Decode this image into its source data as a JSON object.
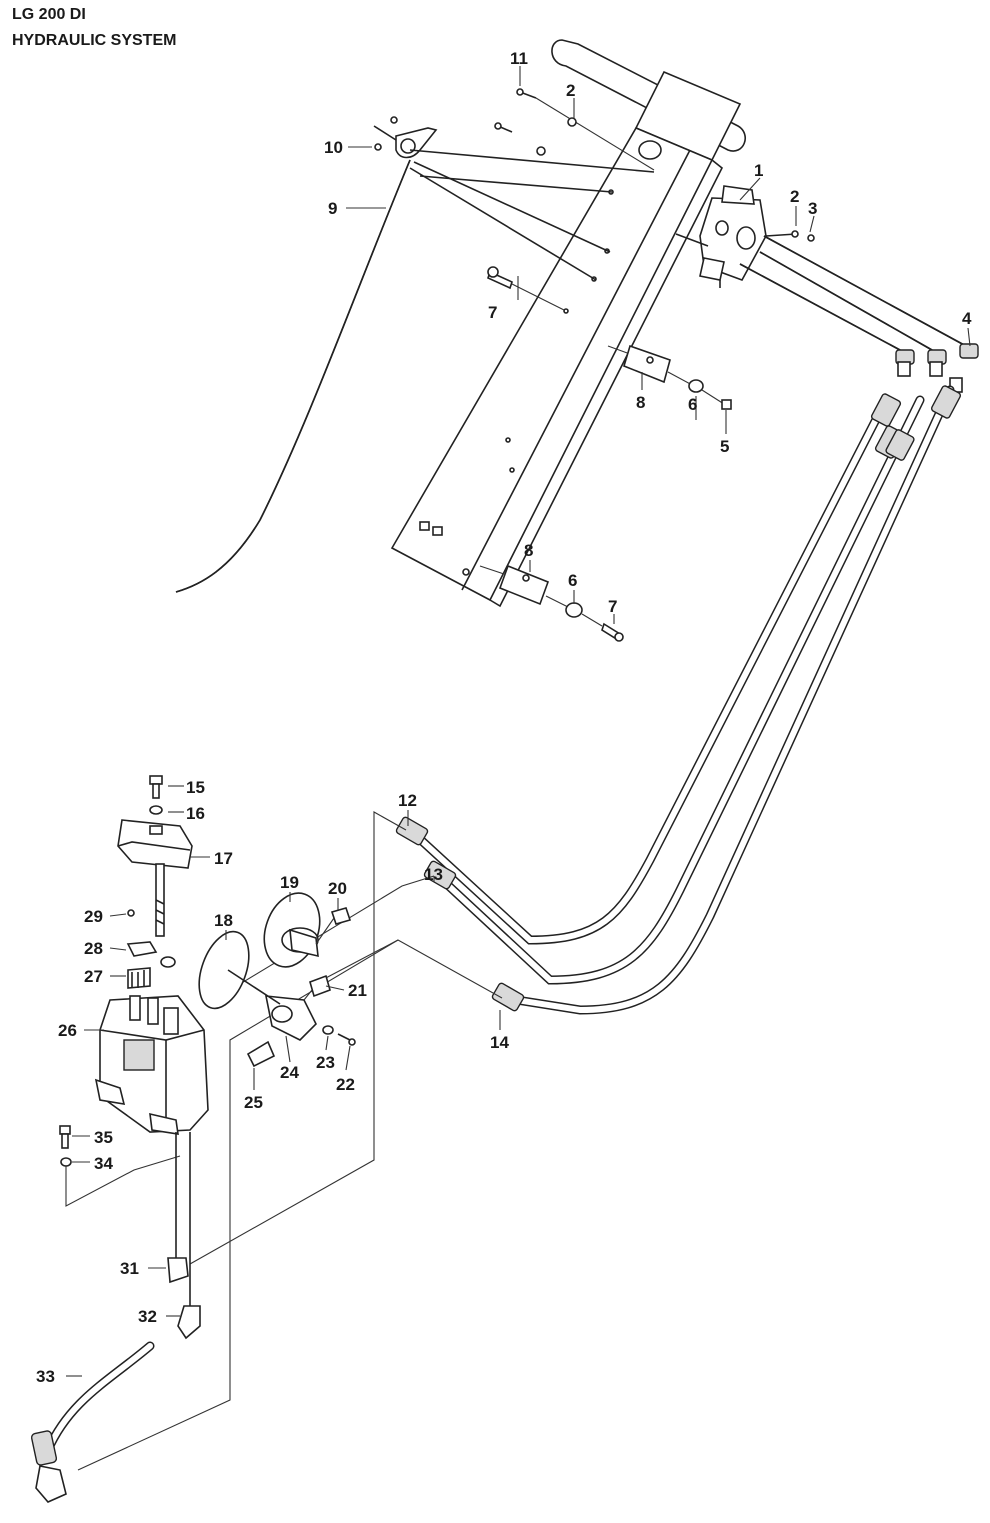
{
  "header": {
    "model": "LG 200 DI",
    "section": "HYDRAULIC SYSTEM"
  },
  "callouts": [
    {
      "id": "c11",
      "label": "11"
    },
    {
      "id": "c2a",
      "label": "2"
    },
    {
      "id": "c10",
      "label": "10"
    },
    {
      "id": "c9",
      "label": "9"
    },
    {
      "id": "c1",
      "label": "1"
    },
    {
      "id": "c2b",
      "label": "2"
    },
    {
      "id": "c3",
      "label": "3"
    },
    {
      "id": "c7a",
      "label": "7"
    },
    {
      "id": "c4",
      "label": "4"
    },
    {
      "id": "c8a",
      "label": "8"
    },
    {
      "id": "c6a",
      "label": "6"
    },
    {
      "id": "c5",
      "label": "5"
    },
    {
      "id": "c8b",
      "label": "8"
    },
    {
      "id": "c6b",
      "label": "6"
    },
    {
      "id": "c7b",
      "label": "7"
    },
    {
      "id": "c15",
      "label": "15"
    },
    {
      "id": "c16",
      "label": "16"
    },
    {
      "id": "c17",
      "label": "17"
    },
    {
      "id": "c12",
      "label": "12"
    },
    {
      "id": "c13",
      "label": "13"
    },
    {
      "id": "c19",
      "label": "19"
    },
    {
      "id": "c20",
      "label": "20"
    },
    {
      "id": "c29",
      "label": "29"
    },
    {
      "id": "c18",
      "label": "18"
    },
    {
      "id": "c28",
      "label": "28"
    },
    {
      "id": "c27",
      "label": "27"
    },
    {
      "id": "c21",
      "label": "21"
    },
    {
      "id": "c26",
      "label": "26"
    },
    {
      "id": "c14",
      "label": "14"
    },
    {
      "id": "c23",
      "label": "23"
    },
    {
      "id": "c24",
      "label": "24"
    },
    {
      "id": "c22",
      "label": "22"
    },
    {
      "id": "c25",
      "label": "25"
    },
    {
      "id": "c35",
      "label": "35"
    },
    {
      "id": "c34",
      "label": "34"
    },
    {
      "id": "c31",
      "label": "31"
    },
    {
      "id": "c32",
      "label": "32"
    },
    {
      "id": "c33",
      "label": "33"
    }
  ]
}
